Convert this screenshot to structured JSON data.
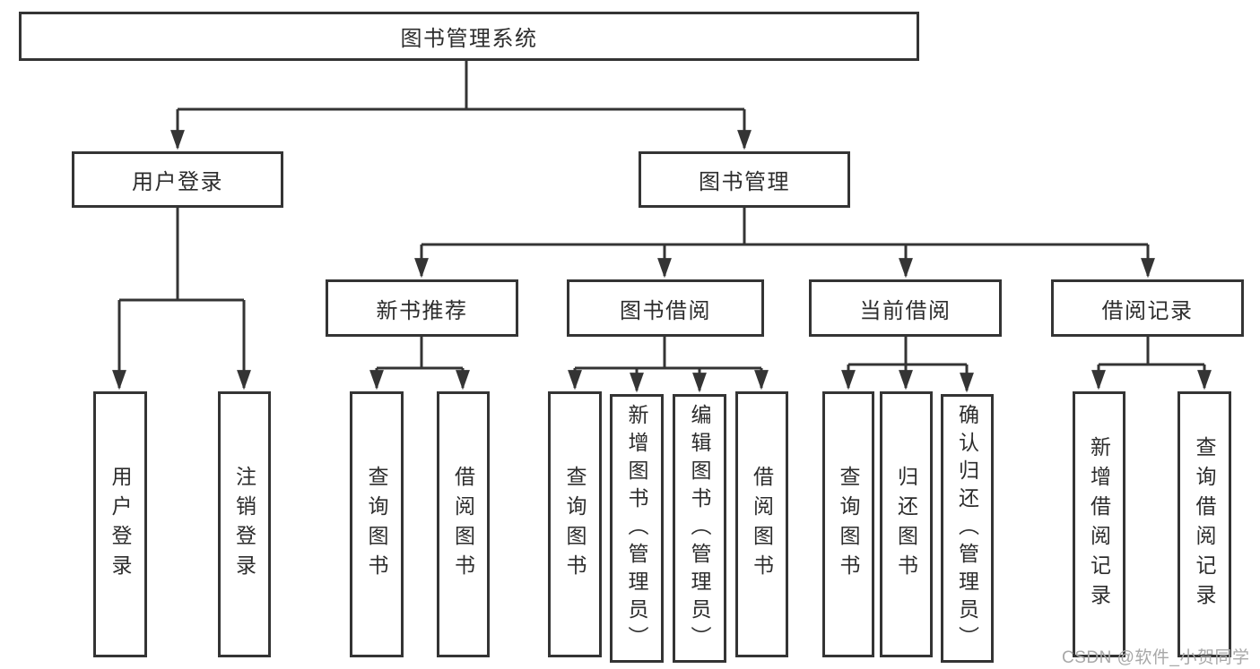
{
  "tree": {
    "label": "图书管理系统",
    "children": [
      {
        "label": "用户登录",
        "children": [
          {
            "label": "用户登录"
          },
          {
            "label": "注销登录"
          }
        ]
      },
      {
        "label": "图书管理",
        "children": [
          {
            "label": "新书推荐",
            "children": [
              {
                "label": "查询图书"
              },
              {
                "label": "借阅图书"
              }
            ]
          },
          {
            "label": "图书借阅",
            "children": [
              {
                "label": "查询图书"
              },
              {
                "label": "新增图书（管理员）"
              },
              {
                "label": "编辑图书（管理员）"
              },
              {
                "label": "借阅图书"
              }
            ]
          },
          {
            "label": "当前借阅",
            "children": [
              {
                "label": "查询图书"
              },
              {
                "label": "归还图书"
              },
              {
                "label": "确认归还（管理员）"
              }
            ]
          },
          {
            "label": "借阅记录",
            "children": [
              {
                "label": "新增借阅记录"
              },
              {
                "label": "查询借阅记录"
              }
            ]
          }
        ]
      }
    ]
  },
  "watermark": {
    "text": "CSDN @软件_小贺同学"
  },
  "colors": {
    "line": "#343434",
    "box_border": "#343434",
    "box_fill": "#ffffff",
    "text": "#2d2d2d",
    "watermark": "#a8a8a8"
  }
}
